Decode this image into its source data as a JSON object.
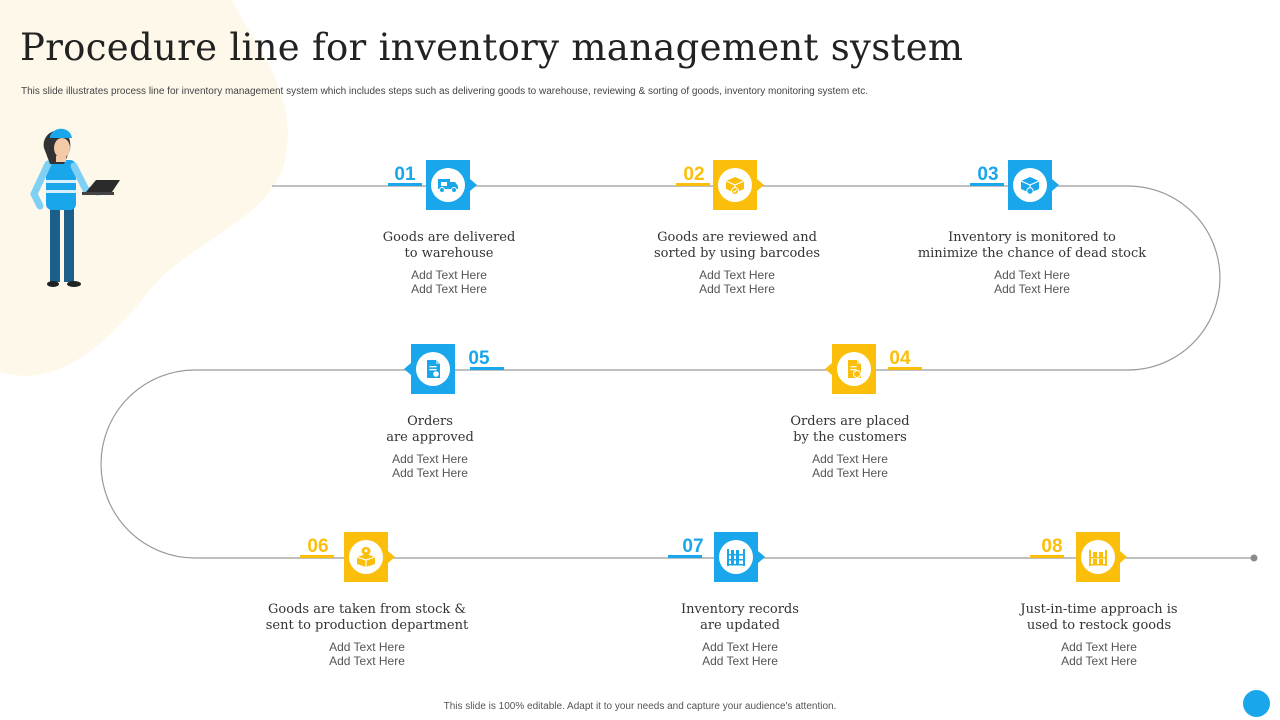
{
  "header": {
    "title": "Procedure line for inventory management system",
    "subtitle": "This slide illustrates process line for inventory management  system which includes steps such as delivering goods to warehouse, reviewing & sorting of goods, inventory monitoring system etc."
  },
  "colors": {
    "blue": "#1aa6ea",
    "yellow": "#fbbf0b",
    "line": "#9a9a9a"
  },
  "steps": [
    {
      "number": "01",
      "title_lines": [
        "Goods are delivered",
        "to warehouse"
      ],
      "body_lines": [
        "Add Text Here",
        "Add Text Here"
      ],
      "color": "blue",
      "icon": "delivery-truck-icon"
    },
    {
      "number": "02",
      "title_lines": [
        "Goods are reviewed and",
        "sorted by using barcodes"
      ],
      "body_lines": [
        "Add Text Here",
        "Add Text Here"
      ],
      "color": "yellow",
      "icon": "box-check-icon"
    },
    {
      "number": "03",
      "title_lines": [
        "Inventory is monitored to",
        "minimize  the chance of dead stock"
      ],
      "body_lines": [
        "Add Text Here",
        "Add Text Here"
      ],
      "color": "blue",
      "icon": "box-search-icon"
    },
    {
      "number": "04",
      "title_lines": [
        "Orders are placed",
        "by the customers"
      ],
      "body_lines": [
        "Add Text Here",
        "Add Text Here"
      ],
      "color": "yellow",
      "icon": "order-document-icon"
    },
    {
      "number": "05",
      "title_lines": [
        "Orders",
        "are approved"
      ],
      "body_lines": [
        "Add Text Here",
        "Add Text Here"
      ],
      "color": "blue",
      "icon": "approved-document-icon"
    },
    {
      "number": "06",
      "title_lines": [
        "Goods are taken from  stock &",
        "sent to production department"
      ],
      "body_lines": [
        "Add Text Here",
        "Add Text Here"
      ],
      "color": "yellow",
      "icon": "box-location-icon"
    },
    {
      "number": "07",
      "title_lines": [
        "Inventory records",
        "are updated"
      ],
      "body_lines": [
        "Add Text Here",
        "Add Text Here"
      ],
      "color": "blue",
      "icon": "warehouse-shelves-icon"
    },
    {
      "number": "08",
      "title_lines": [
        "Just-in-time approach is",
        "used to restock goods"
      ],
      "body_lines": [
        "Add Text Here",
        "Add Text Here"
      ],
      "color": "yellow",
      "icon": "stock-rack-icon"
    }
  ],
  "footer": {
    "text": "This slide is 100% editable.  Adapt it to your needs and capture your audience's attention."
  }
}
